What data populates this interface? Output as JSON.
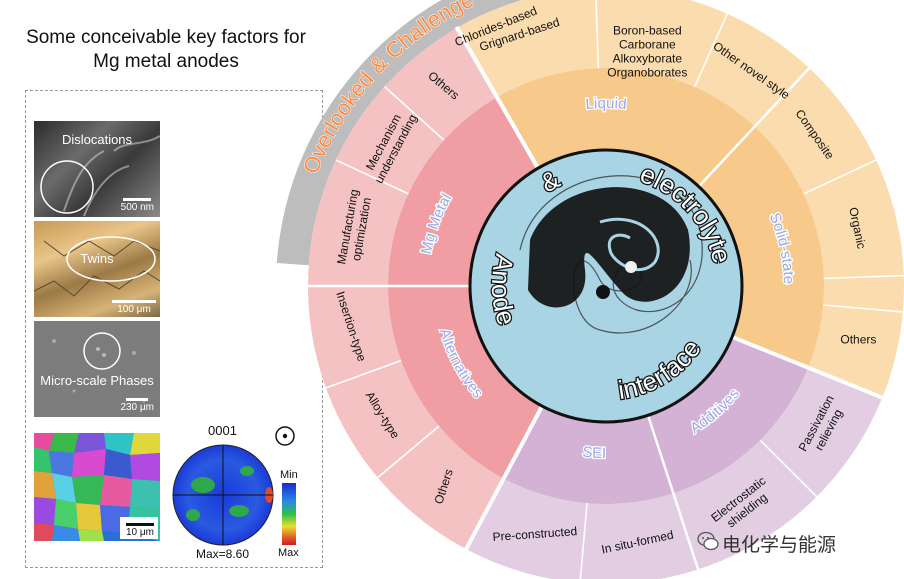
{
  "title": {
    "line1": "Some conceivable key factors for",
    "line2": "Mg metal anodes"
  },
  "panel": {
    "dislocations": {
      "label": "Dislocations",
      "scale": "500 nm"
    },
    "twins": {
      "label": "Twins",
      "scale": "100 μm"
    },
    "phases": {
      "label": "Micro-scale Phases",
      "scale": "230 μm"
    },
    "ebsd": {
      "scale": "10 μm"
    },
    "pole_figure": {
      "plane": "0001",
      "max_label": "Max=8.60",
      "legend_min": "Min",
      "legend_max": "Max"
    }
  },
  "wheel": {
    "center": {
      "word_anode": "Anode",
      "word_amp": "&",
      "word_electrolyte": "electrolyte",
      "word_interface": "interface"
    },
    "overlooked": {
      "label": "Overlooked & Challenge"
    },
    "categories": {
      "liquid": "Liquid",
      "solid_state": "Solid-state",
      "additives": "Additives",
      "sei": "SEI",
      "alternatives": "Alternatives",
      "mg_metal": "Mg Metal"
    },
    "items": {
      "grignard": "Grignard-based",
      "chlorides": "Chlorides-based",
      "boron_1": "Boron-based",
      "boron_2": "Carborane",
      "boron_3": "Alkoxyborate",
      "boron_4": "Organoborates",
      "other_novel": "Other novel style",
      "composite": "Composite",
      "organic": "Organic",
      "others_solid": "Others",
      "passivation_1": "Passivation",
      "passivation_2": "relieving",
      "electrostatic_1": "Electrostatic",
      "electrostatic_2": "shielding",
      "in_situ": "In situ-formed",
      "pre_constructed": "Pre-constructed",
      "others_sei": "Others",
      "alloy": "Alloy-type",
      "insertion": "Insertion-type",
      "manufacturing_1": "Manufacturing",
      "manufacturing_2": "optimization",
      "mechanism_1": "Mechanism",
      "mechanism_2": "understanding",
      "others_mg": "Others"
    }
  },
  "watermark": {
    "text": "电化学与能源"
  },
  "colors": {
    "liquid_outer": "#fbdcae",
    "liquid_inner": "#f7c98a",
    "pink_outer": "#f5c2c4",
    "pink_inner": "#f09ea3",
    "purple_outer": "#e2cde3",
    "purple_inner": "#d4b2d6",
    "overlooked": "#bdbdbd",
    "center": "#a9d4e4",
    "accent_text": "#9aa8e6",
    "orange_text": "#ff8a3d"
  }
}
